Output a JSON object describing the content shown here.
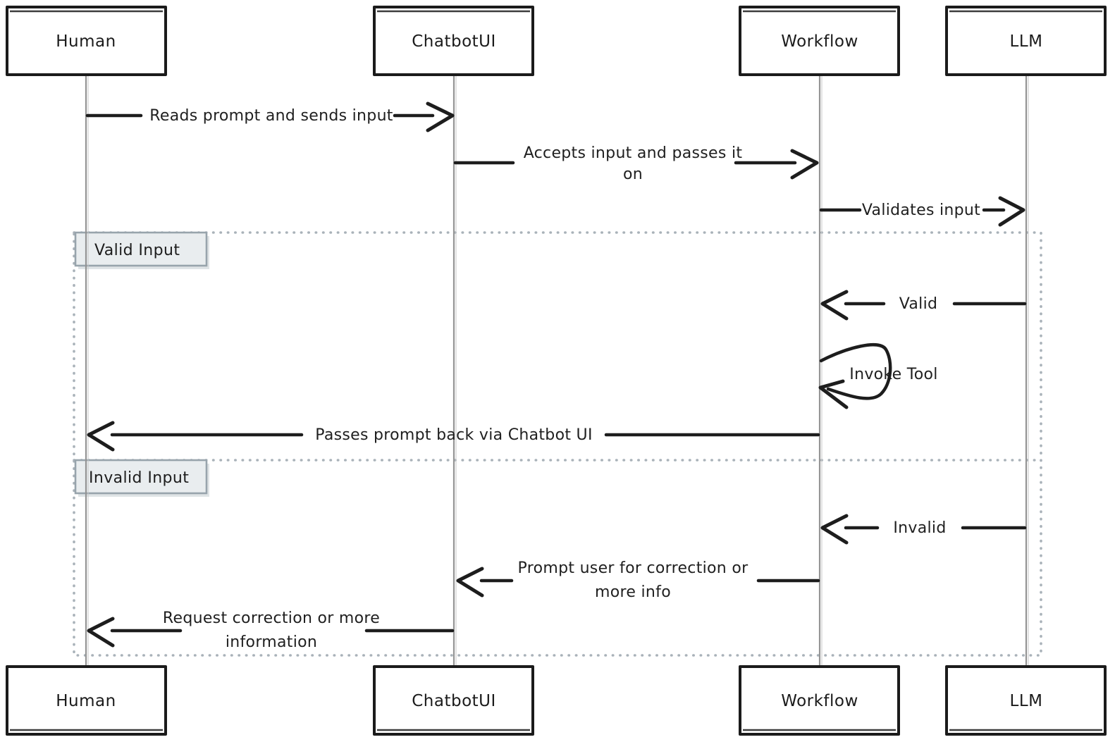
{
  "diagram": {
    "type": "sequence-diagram",
    "style": "hand-drawn",
    "actors": [
      {
        "name": "Human"
      },
      {
        "name": "ChatbotUI"
      },
      {
        "name": "Workflow"
      },
      {
        "name": "LLM"
      }
    ],
    "messages": [
      {
        "id": "reads-prompt",
        "from": "Human",
        "to": "ChatbotUI",
        "text": "Reads prompt and sends input"
      },
      {
        "id": "accepts-input",
        "from": "ChatbotUI",
        "to": "Workflow",
        "line1": "Accepts input and passes it",
        "line2": "on"
      },
      {
        "id": "validates-input",
        "from": "Workflow",
        "to": "LLM",
        "text": "Validates input"
      },
      {
        "id": "valid",
        "from": "LLM",
        "to": "Workflow",
        "text": "Valid"
      },
      {
        "id": "invoke-tool",
        "from": "Workflow",
        "to": "Workflow",
        "text": "Invoke Tool"
      },
      {
        "id": "passes-back",
        "from": "Workflow",
        "to": "Human",
        "text": "Passes prompt back via Chatbot UI"
      },
      {
        "id": "invalid",
        "from": "LLM",
        "to": "Workflow",
        "text": "Invalid"
      },
      {
        "id": "prompt-user",
        "from": "Workflow",
        "to": "ChatbotUI",
        "line1": "Prompt user for correction or",
        "line2": "more info"
      },
      {
        "id": "request-correction",
        "from": "ChatbotUI",
        "to": "Human",
        "line1": "Request correction or more",
        "line2": "information"
      }
    ],
    "alt_frame": {
      "sections": [
        {
          "label": "Valid Input"
        },
        {
          "label": "Invalid Input"
        }
      ]
    },
    "colors": {
      "ink": "#1d1d1d",
      "background": "#ffffff",
      "lifeline": "#949494",
      "frame_border": "#a9b2b9",
      "alt_label_fill": "#e9edef",
      "alt_label_border": "#98a4ac"
    }
  }
}
